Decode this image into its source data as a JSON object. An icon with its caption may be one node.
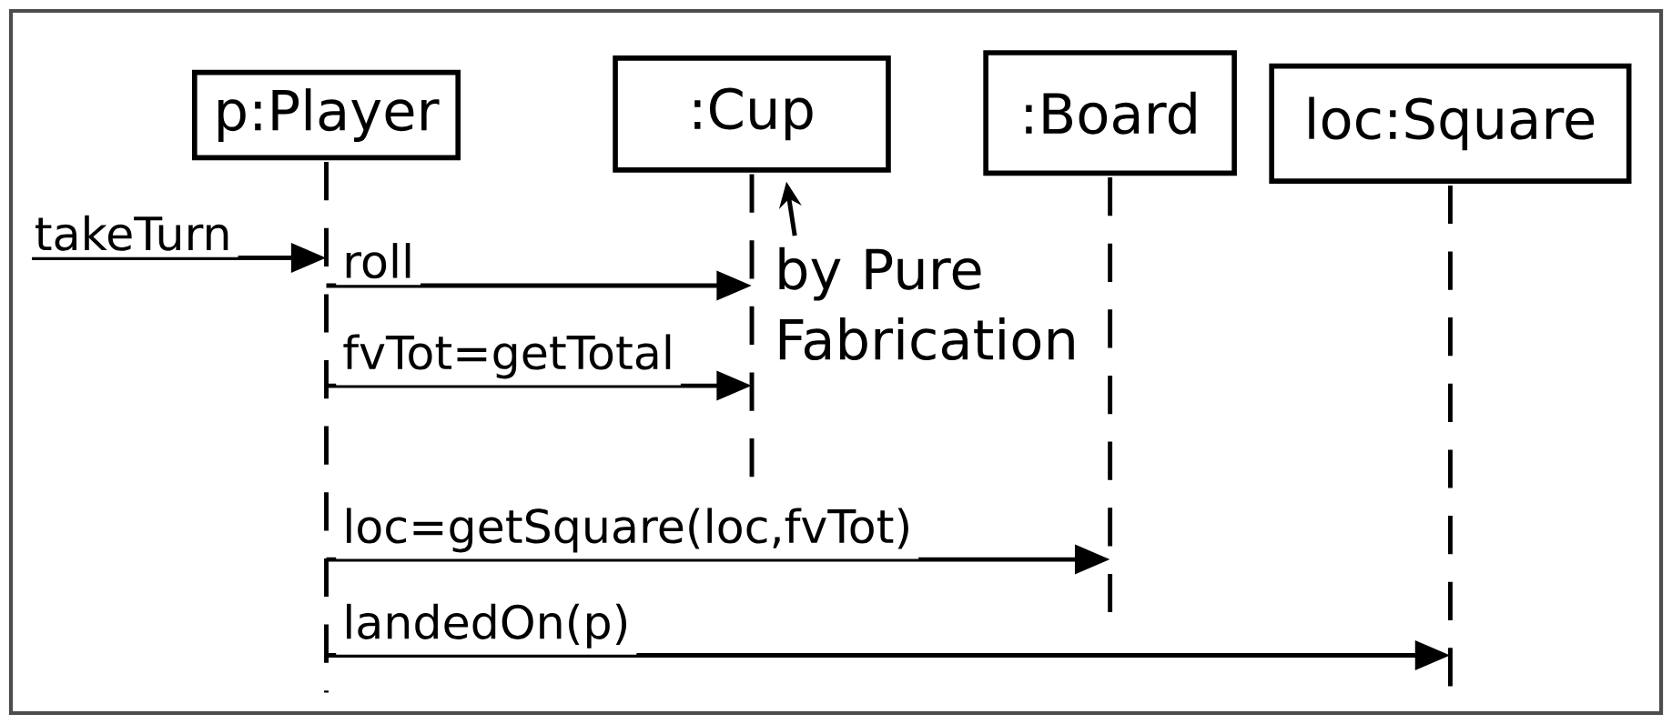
{
  "diagram": {
    "nodes": [
      {
        "text": [
          "p:Player"
        ]
      },
      {
        "text": [
          ":Cup"
        ]
      },
      {
        "text": [
          ":Board"
        ]
      },
      {
        "text": [
          "loc:Square"
        ]
      },
      {
        "text": [
          "by Pure Fabrication"
        ]
      }
    ],
    "edges": [
      {
        "from": null,
        "to": 0,
        "arrow": "to",
        "label": "takeTurn"
      },
      {
        "from": 0,
        "to": 1,
        "arrow": "to",
        "label": "roll"
      },
      {
        "from": 0,
        "to": 1,
        "arrow": "to",
        "label": "fvTot=getTotal"
      },
      {
        "from": 0,
        "to": 2,
        "arrow": "to",
        "label": "loc=getSquare(loc,fvTot)"
      },
      {
        "from": 0,
        "to": 3,
        "arrow": "to",
        "label": "landedOn(p)"
      },
      {
        "from": 4,
        "to": 1,
        "arrow": "to"
      }
    ]
  }
}
